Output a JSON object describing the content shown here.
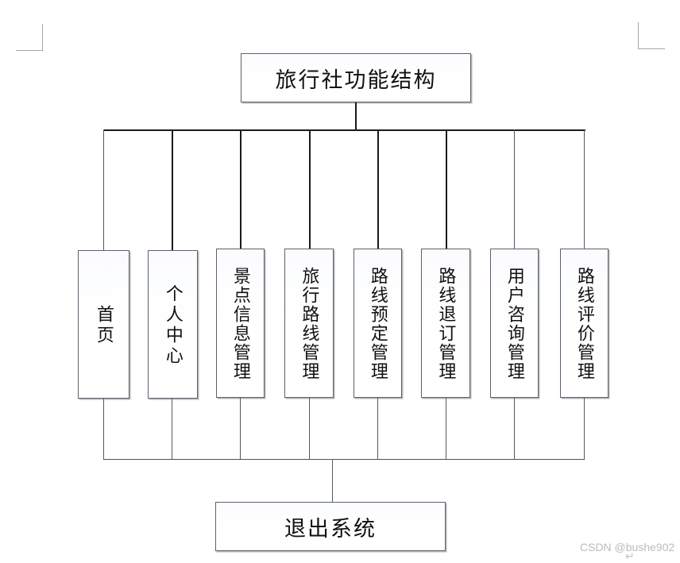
{
  "diagram": {
    "type": "tree-hierarchy",
    "root": {
      "label": "旅行社功能结构"
    },
    "children": [
      {
        "label": "首页"
      },
      {
        "label": "个人中心"
      },
      {
        "label": "景点信息管理"
      },
      {
        "label": "旅行路线管理"
      },
      {
        "label": "路线预定管理"
      },
      {
        "label": "路线退订管理"
      },
      {
        "label": "用户咨询管理"
      },
      {
        "label": "路线评价管理"
      }
    ],
    "footer": {
      "label": "退出系统"
    }
  },
  "watermark": {
    "text": "CSDN @bushe902",
    "paragraph_mark": "↵"
  },
  "colors": {
    "box_border": "#5b616b",
    "line": "#1a1a1a",
    "text": "#111111",
    "watermark": "#b9bcc0",
    "corner_mark": "#a6a6a6",
    "page_background": "#ffffff"
  }
}
